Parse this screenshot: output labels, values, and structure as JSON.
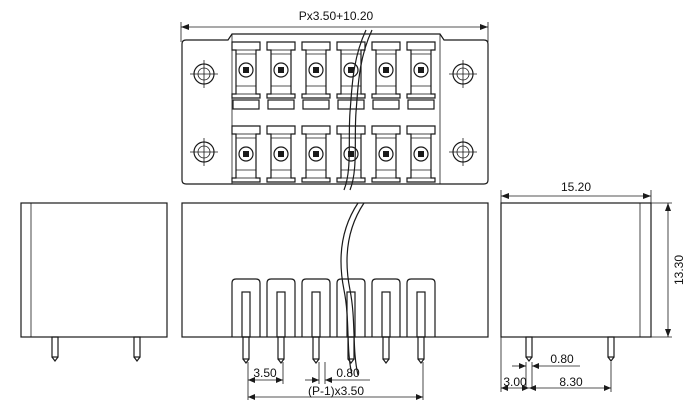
{
  "dimensions": {
    "top_width": "Px3.50+10.20",
    "side_width": "15.20",
    "side_height": "13.30",
    "pitch": "3.50",
    "pin_width_front": "0.80",
    "span": "(P-1)x3.50",
    "pin_width_side": "0.80",
    "offset_left": "3.00",
    "offset_right": "8.30"
  }
}
